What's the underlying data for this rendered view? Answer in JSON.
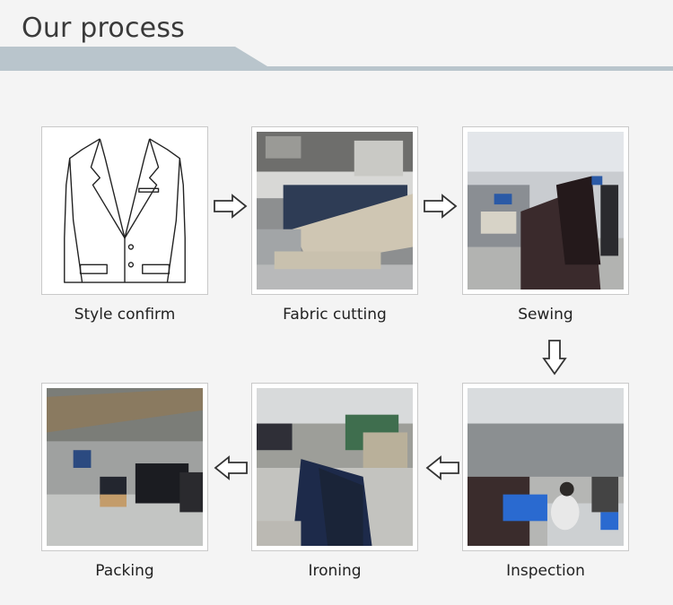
{
  "header": {
    "title": "Our process"
  },
  "steps": [
    {
      "label": "Style confirm"
    },
    {
      "label": "Fabric cutting"
    },
    {
      "label": "Sewing"
    },
    {
      "label": "Inspection"
    },
    {
      "label": "Ironing"
    },
    {
      "label": "Packing"
    }
  ],
  "colors": {
    "header_band": "#b9c5cc",
    "frame_border": "#c9c9c9",
    "background": "#f4f4f4"
  }
}
